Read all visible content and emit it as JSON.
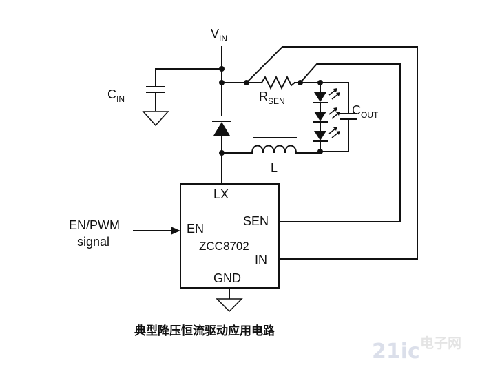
{
  "nodes": {
    "vin": {
      "main": "V",
      "sub": "IN"
    },
    "cin": {
      "main": "C",
      "sub": "IN"
    },
    "rsen": {
      "main": "R",
      "sub": "SEN"
    },
    "cout": {
      "main": "C",
      "sub": "OUT"
    },
    "inductor": "L"
  },
  "chip": {
    "name": "ZCC8702",
    "pins": {
      "lx": "LX",
      "sen": "SEN",
      "en": "EN",
      "in": "IN",
      "gnd": "GND"
    }
  },
  "input_signal": {
    "line1": "EN/PWM",
    "line2": "signal"
  },
  "caption": "典型降压恒流驱动应用电路",
  "watermark": {
    "logo": "21ic",
    "text": "电子网"
  }
}
